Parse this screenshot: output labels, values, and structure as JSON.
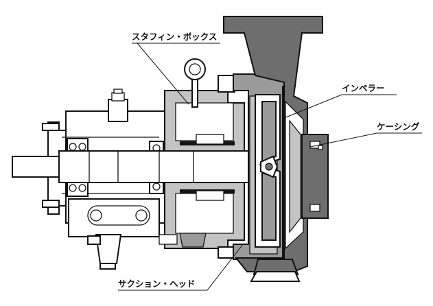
{
  "diagram": {
    "labels": {
      "stuffing_box": "スタフィン・ボックス",
      "impeller": "インペラー",
      "casing": "ケーシング",
      "suction_head": "サクション・ヘッド"
    }
  }
}
